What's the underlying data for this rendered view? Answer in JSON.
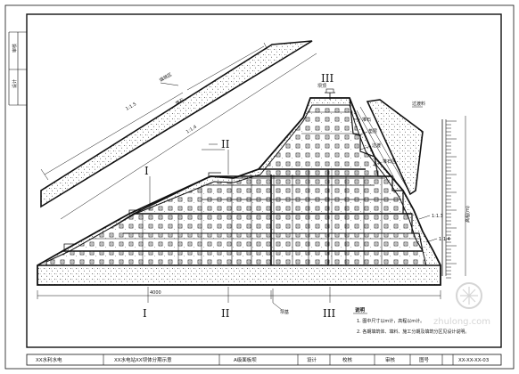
{
  "drawing": {
    "section_labels": [
      "I",
      "II",
      "III",
      "I",
      "II",
      "III"
    ],
    "left_margin_labels": [
      "审核",
      "设计"
    ],
    "callouts": {
      "slab_top_note": "填筑区",
      "slab_body_note": "堆石",
      "slab_dim_a": "1:1.5",
      "slab_dim_b": "1:1.4",
      "detail_note": "过渡料",
      "crest_note": "坝顶",
      "step_notes": [
        "堆石",
        "垫层",
        "过渡",
        "堆石区"
      ],
      "berm_notes": [
        "1:1.3",
        "1:1.4"
      ],
      "bottom_note": "坝基",
      "dim_bottom": "4000",
      "scale_title": "高程(m)"
    },
    "notes": {
      "heading": "说明",
      "line1": "1. 图中尺寸以m计，高程以m计。",
      "line2": "2. 各期填筑体、填料、施工分期及填筑分区见设计说明。"
    },
    "watermark": "zhulong.com"
  },
  "title_block": {
    "cells": [
      "XX水利水电",
      "XX水电站XX坝体分期示意",
      "A级面板坝",
      "设计",
      "校核",
      "审核",
      "图号",
      "XX-XX-XX-03"
    ]
  }
}
